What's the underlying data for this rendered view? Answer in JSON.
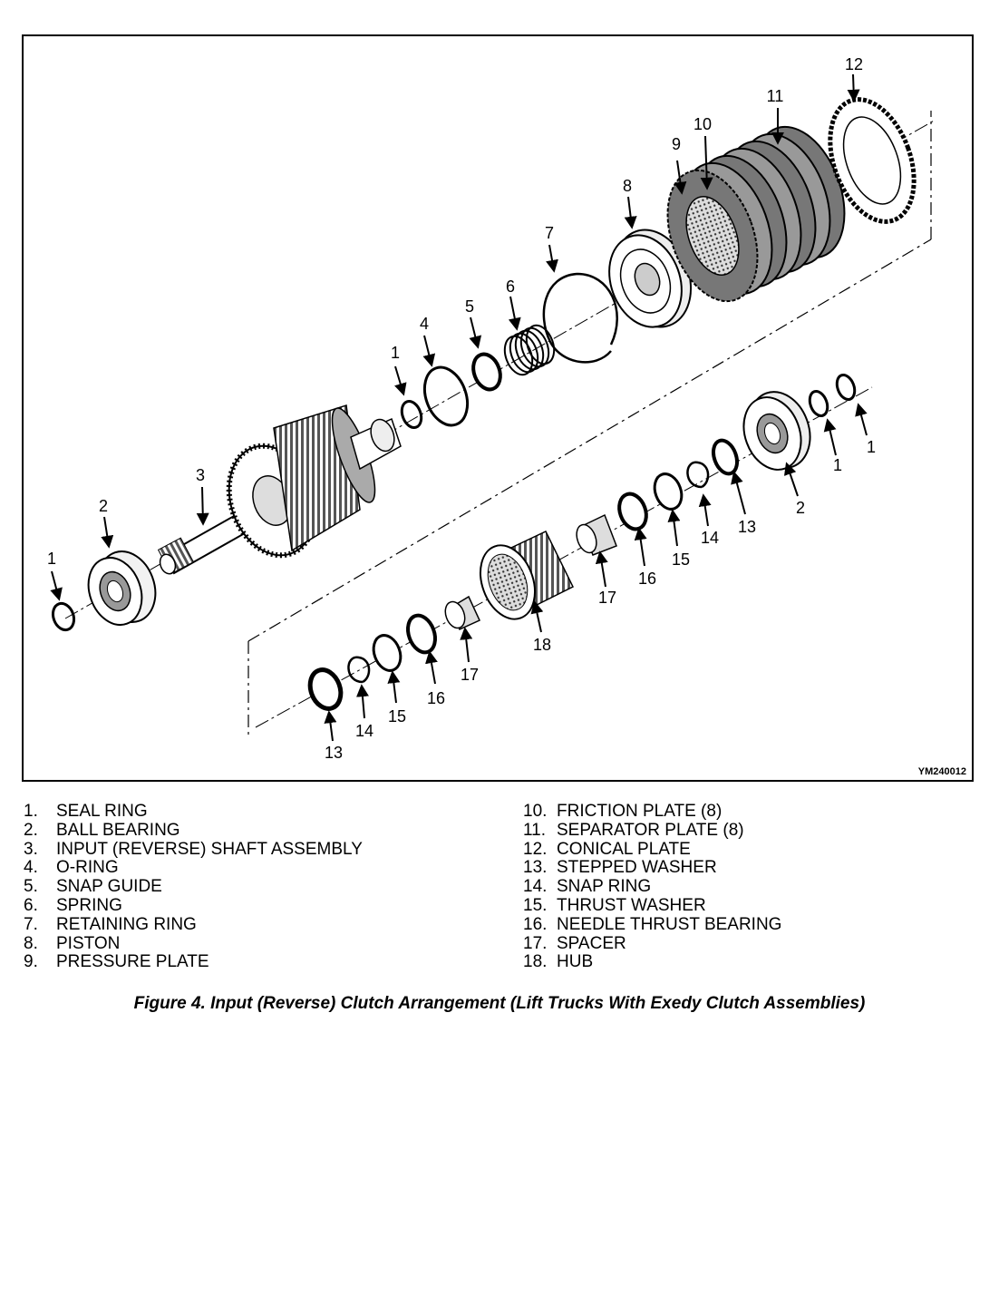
{
  "figure": {
    "id_code": "YM240012",
    "caption": "Figure 4. Input (Reverse) Clutch Arrangement (Lift Trucks With Exedy Clutch Assemblies)"
  },
  "callouts": [
    "1",
    "2",
    "3",
    "1",
    "4",
    "5",
    "6",
    "7",
    "8",
    "9",
    "10",
    "11",
    "12",
    "1",
    "1",
    "2",
    "13",
    "14",
    "15",
    "16",
    "17",
    "18",
    "17",
    "16",
    "15",
    "14",
    "13"
  ],
  "legend": {
    "left": [
      {
        "num": "1.",
        "label": "SEAL RING"
      },
      {
        "num": "2.",
        "label": "BALL BEARING"
      },
      {
        "num": "3.",
        "label": "INPUT (REVERSE) SHAFT ASSEMBLY"
      },
      {
        "num": "4.",
        "label": "O-RING"
      },
      {
        "num": "5.",
        "label": "SNAP GUIDE"
      },
      {
        "num": "6.",
        "label": "SPRING"
      },
      {
        "num": "7.",
        "label": "RETAINING RING"
      },
      {
        "num": "8.",
        "label": "PISTON"
      },
      {
        "num": "9.",
        "label": "PRESSURE PLATE"
      }
    ],
    "right": [
      {
        "num": "10.",
        "label": "FRICTION PLATE (8)"
      },
      {
        "num": "11.",
        "label": "SEPARATOR PLATE (8)"
      },
      {
        "num": "12.",
        "label": "CONICAL PLATE"
      },
      {
        "num": "13.",
        "label": "STEPPED WASHER"
      },
      {
        "num": "14.",
        "label": "SNAP RING"
      },
      {
        "num": "15.",
        "label": "THRUST WASHER"
      },
      {
        "num": "16.",
        "label": "NEEDLE THRUST BEARING"
      },
      {
        "num": "17.",
        "label": "SPACER"
      },
      {
        "num": "18.",
        "label": "HUB"
      }
    ]
  }
}
